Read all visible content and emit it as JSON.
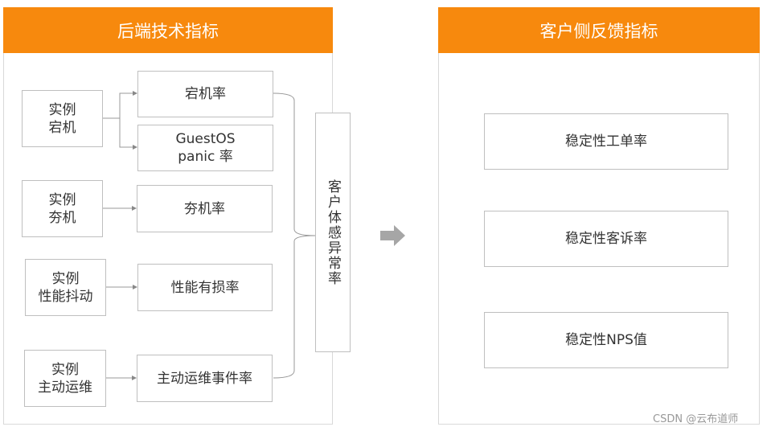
{
  "left_panel": {
    "title": "后端技术指标",
    "sources": [
      {
        "line1": "实例",
        "line2": "宕机"
      },
      {
        "line1": "实例",
        "line2": "夯机"
      },
      {
        "line1": "实例",
        "line2": "性能抖动"
      },
      {
        "line1": "实例",
        "line2": "主动运维"
      }
    ],
    "metrics": [
      {
        "line1": "宕机率"
      },
      {
        "line1": "GuestOS",
        "line2": "panic 率"
      },
      {
        "line1": "夯机率"
      },
      {
        "line1": "性能有损率"
      },
      {
        "line1": "主动运维事件率"
      }
    ],
    "aggregate": "客户体感异常率"
  },
  "right_panel": {
    "title": "客户侧反馈指标",
    "metrics": [
      "稳定性工单率",
      "稳定性客诉率",
      "稳定性NPS值"
    ]
  },
  "watermark": "CSDN @云布道师",
  "colors": {
    "header": "#f7890d",
    "arrow": "#a6a6a6"
  }
}
